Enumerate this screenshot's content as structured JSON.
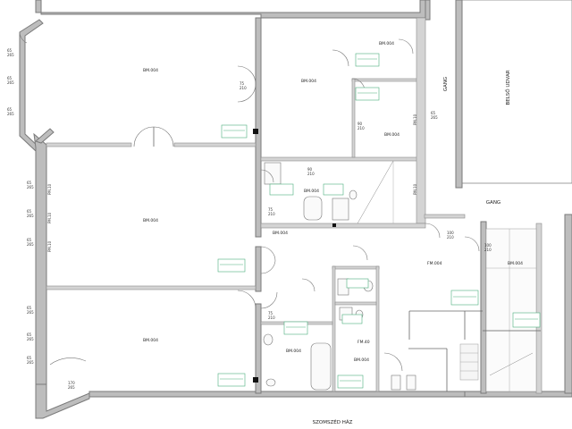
{
  "labels": {
    "neighbor_house": "SZOMSZÉD HÁZ",
    "inner_courtyard": "BELSŐ UDVAR",
    "gang_right": "GANG",
    "gang_bottom": "GANG"
  },
  "rooms": [
    {
      "id": "room-top-left",
      "text": "BM.004"
    },
    {
      "id": "room-top-mid",
      "text": "BM.004"
    },
    {
      "id": "room-top-small",
      "text": "BM.004"
    },
    {
      "id": "room-right-small",
      "text": "BM.004"
    },
    {
      "id": "room-bath-mid",
      "text": "BM.004"
    },
    {
      "id": "room-mid-left",
      "text": "BM.004"
    },
    {
      "id": "room-bottom-left",
      "text": "BM.004"
    },
    {
      "id": "room-bottom-mid",
      "text": "BM.004"
    },
    {
      "id": "room-bottom-bath",
      "text": "BM.004"
    },
    {
      "id": "room-stair-hall",
      "text": "BM.004"
    },
    {
      "id": "room-hall-mid",
      "text": "FM.004"
    },
    {
      "id": "room-bath-small",
      "text": "FM.40"
    },
    {
      "id": "room-right-stair",
      "text": "BM.004"
    }
  ],
  "windows": [
    {
      "id": "win-1",
      "code": "65",
      "size": "265"
    },
    {
      "id": "win-2",
      "code": "65",
      "size": "265"
    },
    {
      "id": "win-3",
      "code": "65",
      "size": "265"
    },
    {
      "id": "win-4",
      "code": "65",
      "size": "265"
    },
    {
      "id": "win-5",
      "code": "65",
      "size": "265"
    },
    {
      "id": "win-6",
      "code": "65",
      "size": "265"
    },
    {
      "id": "win-7",
      "code": "65",
      "size": "265"
    },
    {
      "id": "win-8",
      "code": "65",
      "size": "265"
    },
    {
      "id": "win-9",
      "code": "65",
      "size": "265"
    },
    {
      "id": "win-10",
      "code": "65",
      "size": "265"
    }
  ],
  "doors": [
    {
      "id": "door-1",
      "code": "170",
      "size": "265"
    },
    {
      "id": "door-2",
      "code": "75",
      "size": "210"
    },
    {
      "id": "door-3",
      "code": "75",
      "size": "210"
    },
    {
      "id": "door-4",
      "code": "100",
      "size": "210"
    },
    {
      "id": "door-5",
      "code": "90",
      "size": "210"
    },
    {
      "id": "door-6",
      "code": "90",
      "size": "210"
    },
    {
      "id": "door-7",
      "code": "75",
      "size": "210"
    },
    {
      "id": "door-8",
      "code": "100",
      "size": "210"
    }
  ],
  "vertical_codes": [
    {
      "id": "v-1",
      "text": "PM.10"
    },
    {
      "id": "v-2",
      "text": "PM.10"
    },
    {
      "id": "v-3",
      "text": "PM.10"
    },
    {
      "id": "v-4",
      "text": "PM.10"
    },
    {
      "id": "v-5",
      "text": "PM.10"
    }
  ]
}
